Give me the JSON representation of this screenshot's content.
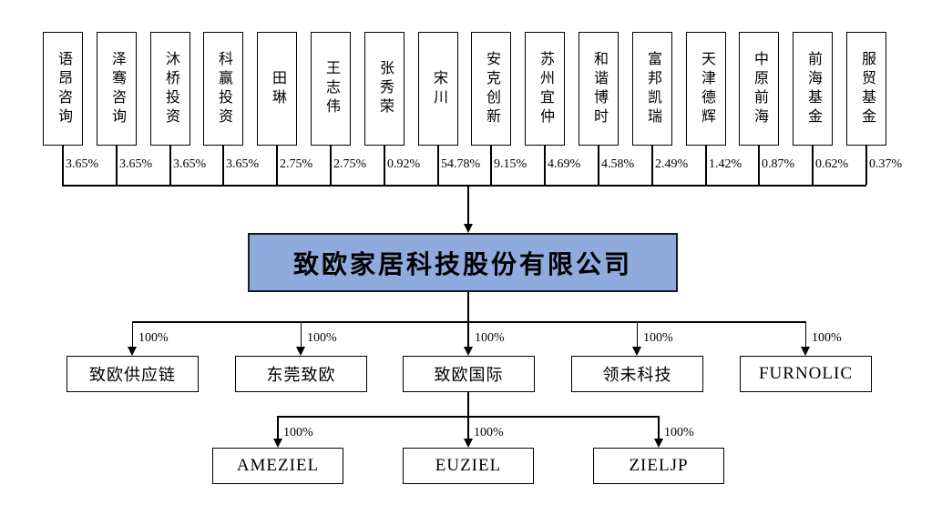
{
  "company": {
    "name": "致欧家居科技股份有限公司"
  },
  "shareholders": [
    {
      "name": "语昂咨询",
      "pct": "3.65%"
    },
    {
      "name": "泽骞咨询",
      "pct": "3.65%"
    },
    {
      "name": "沐桥投资",
      "pct": "3.65%"
    },
    {
      "name": "科赢投资",
      "pct": "3.65%"
    },
    {
      "name": "田琳",
      "pct": "2.75%"
    },
    {
      "name": "王志伟",
      "pct": "2.75%"
    },
    {
      "name": "张秀荣",
      "pct": "0.92%"
    },
    {
      "name": "宋川",
      "pct": "54.78%"
    },
    {
      "name": "安克创新",
      "pct": "9.15%"
    },
    {
      "name": "苏州宜仲",
      "pct": "4.69%"
    },
    {
      "name": "和谐博时",
      "pct": "4.58%"
    },
    {
      "name": "富邦凯瑞",
      "pct": "2.49%"
    },
    {
      "name": "天津德辉",
      "pct": "1.42%"
    },
    {
      "name": "中原前海",
      "pct": "0.87%"
    },
    {
      "name": "前海基金",
      "pct": "0.62%"
    },
    {
      "name": "服贸基金",
      "pct": "0.37%"
    }
  ],
  "subsidiaries": [
    {
      "name": "致欧供应链",
      "pct": "100%"
    },
    {
      "name": "东莞致欧",
      "pct": "100%"
    },
    {
      "name": "致欧国际",
      "pct": "100%"
    },
    {
      "name": "领未科技",
      "pct": "100%"
    },
    {
      "name": "FURNOLIC",
      "pct": "100%"
    }
  ],
  "sub_subsidiaries": [
    {
      "name": "AMEZIEL",
      "pct": "100%"
    },
    {
      "name": "EUZIEL",
      "pct": "100%"
    },
    {
      "name": "ZIELJP",
      "pct": "100%"
    }
  ],
  "colors": {
    "company_fill": "#8FAADC",
    "line": "#000000",
    "border": "#000000"
  }
}
